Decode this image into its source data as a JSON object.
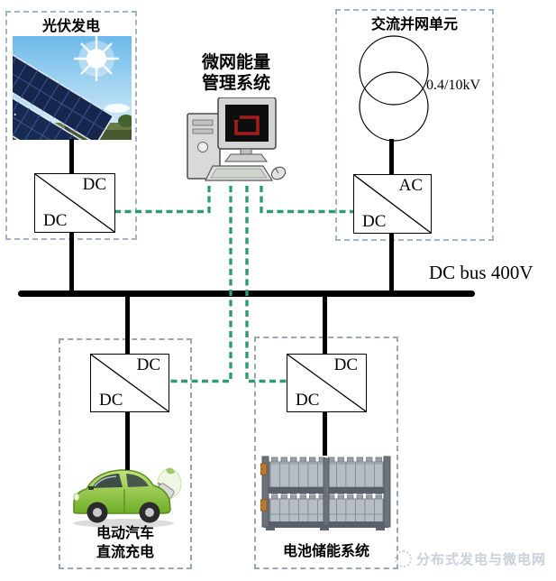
{
  "sections": {
    "pv": {
      "label": "光伏发电",
      "converter": {
        "top": "DC",
        "bottom": "DC"
      }
    },
    "ems": {
      "label_line1": "微网能量",
      "label_line2": "管理系统"
    },
    "ac": {
      "label": "交流并网单元",
      "transformer_rating": "0.4/10kV",
      "converter": {
        "top": "AC",
        "bottom": "DC"
      }
    },
    "bus": {
      "label": "DC bus 400V"
    },
    "ev": {
      "label_line1": "电动汽车",
      "label_line2": "直流充电",
      "converter": {
        "top": "DC",
        "bottom": "DC"
      }
    },
    "battery": {
      "label": "电池储能系统",
      "converter": {
        "top": "DC",
        "bottom": "DC"
      }
    }
  },
  "watermark": {
    "text": "分布式发电与微电网"
  },
  "colors": {
    "section_border_blue": "#9fb4cc",
    "section_border_gray": "#9aa6b2",
    "control_line_green": "#2e9c6e",
    "power_line": "#000000",
    "screen_symbol_red": "#a31d1d",
    "watermark_gray": "#c8d0da"
  }
}
